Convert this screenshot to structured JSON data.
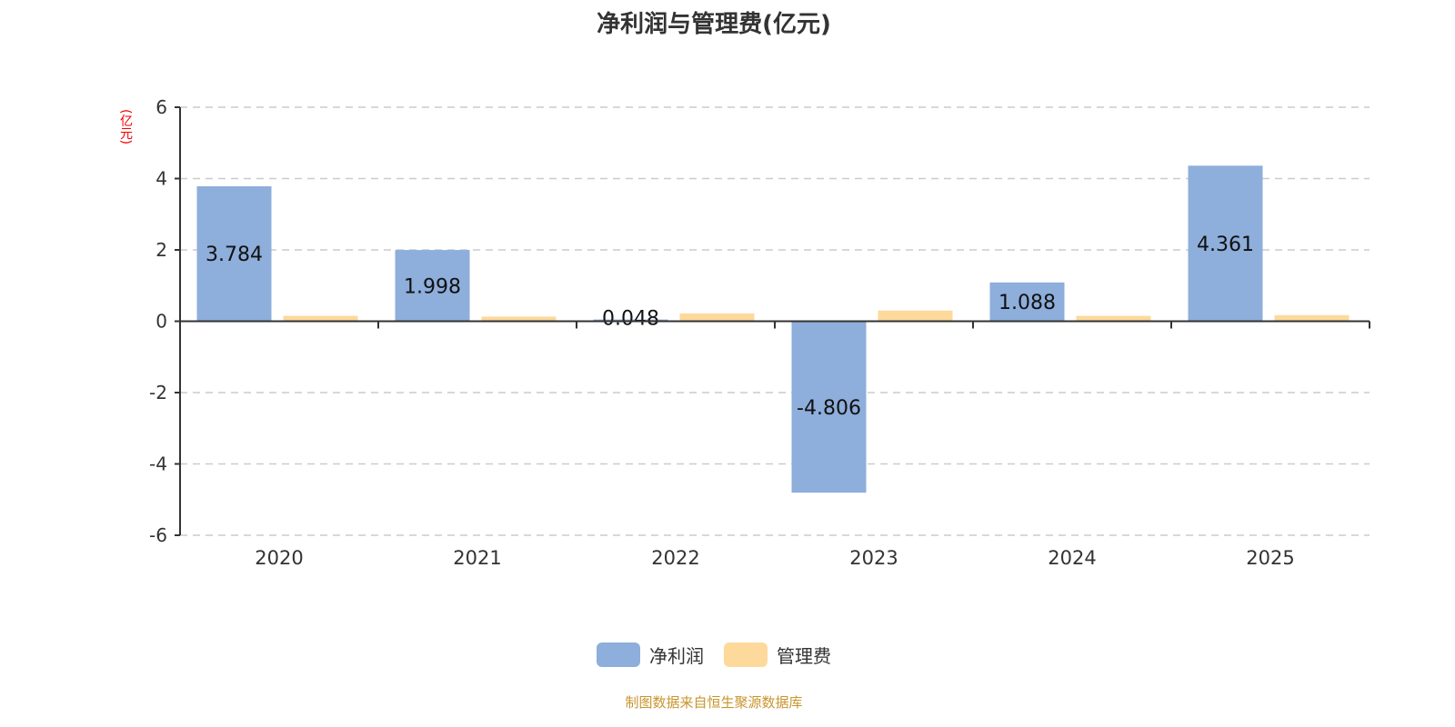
{
  "chart_data": {
    "type": "bar",
    "title": "净利润与管理费(亿元)",
    "ylabel": "(亿元)",
    "xlabel": "",
    "categories": [
      "2020",
      "2021",
      "2022",
      "2023",
      "2024",
      "2025"
    ],
    "series": [
      {
        "name": "净利润",
        "color": "#8eaedb",
        "values": [
          3.784,
          1.998,
          0.048,
          -4.806,
          1.088,
          4.361
        ],
        "labels": [
          "3.784",
          "1.998",
          "0.048",
          "-4.806",
          "1.088",
          "4.361"
        ]
      },
      {
        "name": "管理费",
        "color": "#fdd99b",
        "values": [
          0.15,
          0.13,
          0.22,
          0.3,
          0.15,
          0.17
        ]
      }
    ],
    "ylim": [
      -6,
      6
    ],
    "yticks": [
      6,
      4,
      2,
      0,
      -2,
      -4,
      -6
    ],
    "grid": true,
    "legend": "bottom-center"
  },
  "footer": {
    "source": "制图数据来自恒生聚源数据库"
  }
}
